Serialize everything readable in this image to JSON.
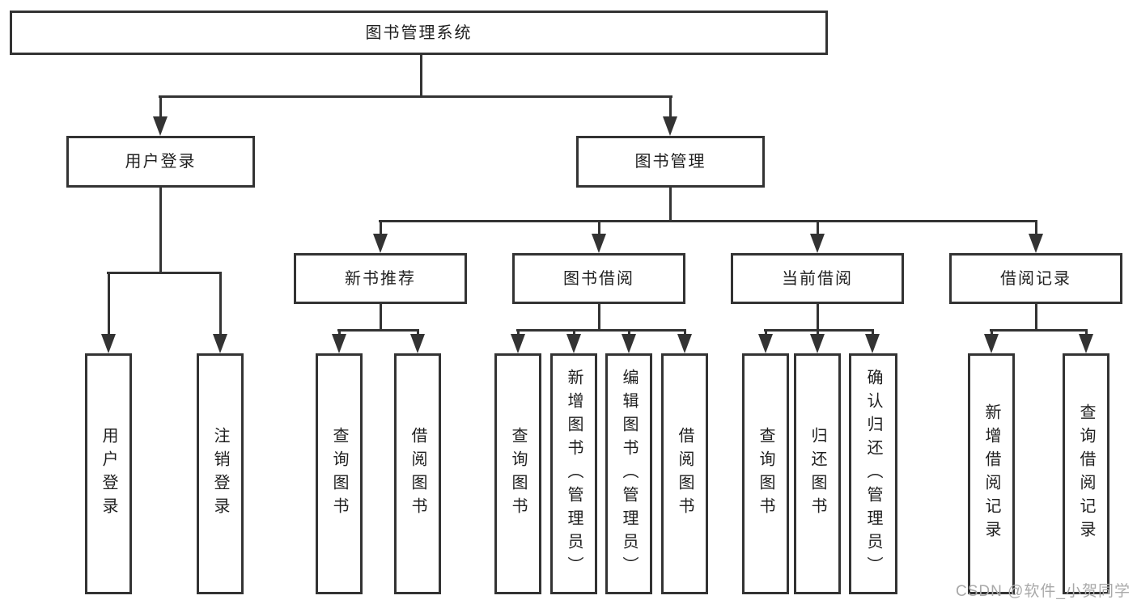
{
  "tree": {
    "label": "图书管理系统",
    "children": [
      {
        "label": "用户登录",
        "children": [
          {
            "label": "用户登录"
          },
          {
            "label": "注销登录"
          }
        ]
      },
      {
        "label": "图书管理",
        "children": [
          {
            "label": "新书推荐",
            "children": [
              {
                "label": "查询图书"
              },
              {
                "label": "借阅图书"
              }
            ]
          },
          {
            "label": "图书借阅",
            "children": [
              {
                "label": "查询图书"
              },
              {
                "label": "新增图书（管理员）"
              },
              {
                "label": "编辑图书（管理员）"
              },
              {
                "label": "借阅图书"
              }
            ]
          },
          {
            "label": "当前借阅",
            "children": [
              {
                "label": "查询图书"
              },
              {
                "label": "归还图书"
              },
              {
                "label": "确认归还（管理员）"
              }
            ]
          },
          {
            "label": "借阅记录",
            "children": [
              {
                "label": "新增借阅记录"
              },
              {
                "label": "查询借阅记录"
              }
            ]
          }
        ]
      }
    ]
  },
  "watermark": "CSDN @软件_小贺同学",
  "colors": {
    "line": "#333333",
    "box_border": "#333333",
    "text": "#1f1f1f",
    "watermark": "#a9a9a9",
    "background": "#ffffff"
  }
}
